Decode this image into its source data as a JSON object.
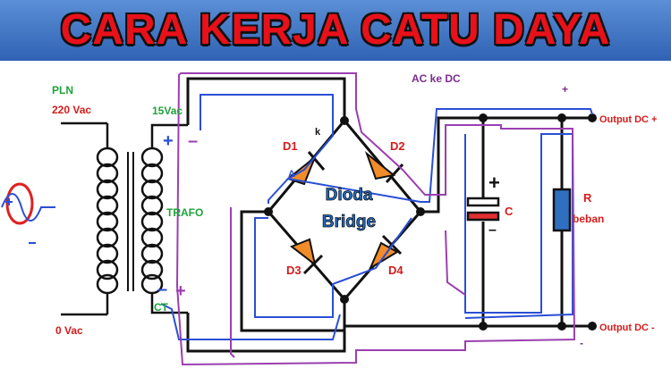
{
  "title": "CARA KERJA CATU DAYA",
  "labels": {
    "pln": "PLN",
    "vac_220": "220 Vac",
    "vac_0": "0 Vac",
    "vac_15": "15Vac",
    "trafo": "TRAFO",
    "ct": "CT",
    "ac_ke_dc": "AC ke DC",
    "plus_top": "+",
    "d1": "D1",
    "d2": "D2",
    "d3": "D3",
    "d4": "D4",
    "k": "k",
    "a": "A",
    "bridge_line1": "Dioda",
    "bridge_line2": "Bridge",
    "c": "C",
    "r": "R",
    "beban": "beban",
    "output_plus": "Output DC +",
    "output_minus": "Output DC -",
    "minus_bottom": "-",
    "sign_plus_top": "+",
    "sign_minus_top": "–",
    "sign_minus_bot": "–",
    "sign_plus_bot": "+",
    "cap_plus": "+",
    "cap_minus": "–"
  },
  "colors": {
    "banner_text": "#e8111a",
    "green_label": "#1fa33a",
    "red_label": "#d41c1c",
    "purple_label": "#7b2d8e",
    "diode_fill": "#f28c28",
    "resistor_fill": "#2e6fc0",
    "blue_trace": "#2a4fd4",
    "purple_trace": "#9b3fb0"
  }
}
